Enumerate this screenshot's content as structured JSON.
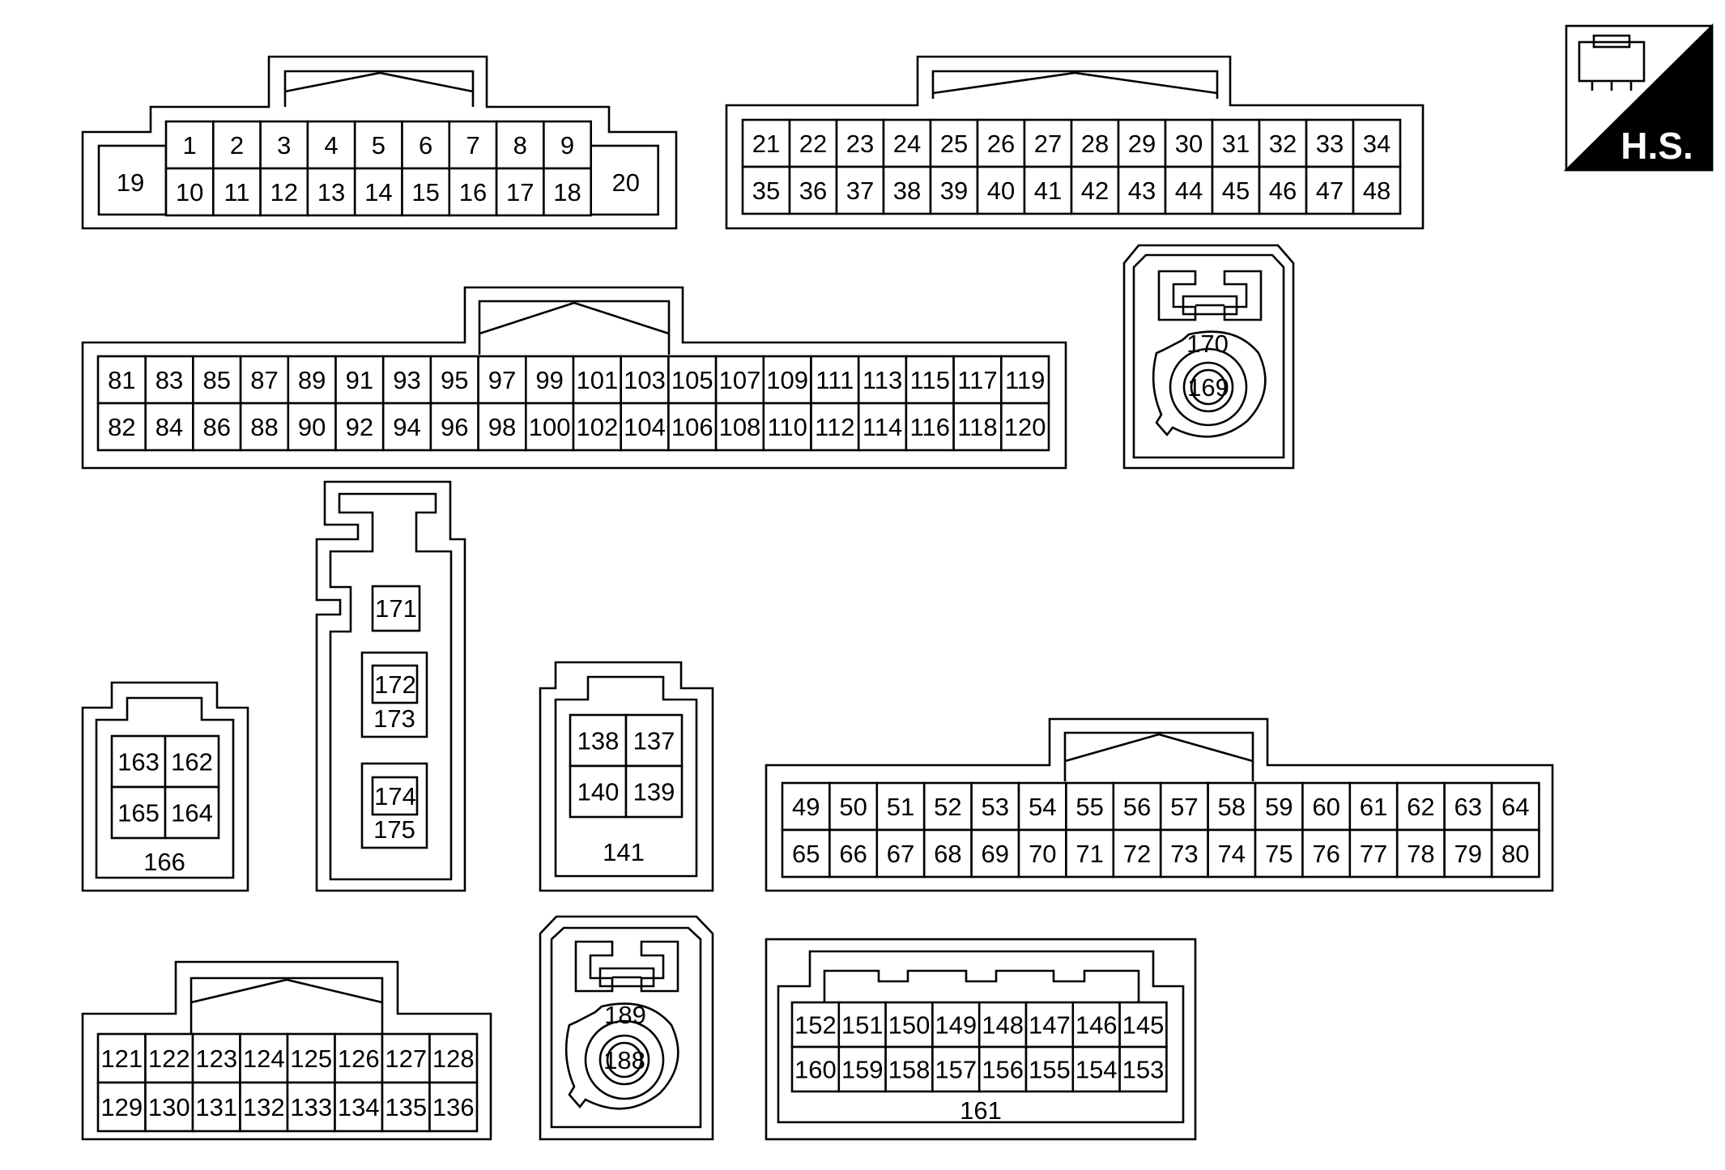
{
  "badge": {
    "label": "H.S."
  },
  "connectors": [
    {
      "id": "c1",
      "rows": [
        [
          "1",
          "2",
          "3",
          "4",
          "5",
          "6",
          "7",
          "8",
          "9"
        ],
        [
          "10",
          "11",
          "12",
          "13",
          "14",
          "15",
          "16",
          "17",
          "18"
        ]
      ],
      "side_left": "19",
      "side_right": "20"
    },
    {
      "id": "c2",
      "rows": [
        [
          "21",
          "22",
          "23",
          "24",
          "25",
          "26",
          "27",
          "28",
          "29",
          "30",
          "31",
          "32",
          "33",
          "34"
        ],
        [
          "35",
          "36",
          "37",
          "38",
          "39",
          "40",
          "41",
          "42",
          "43",
          "44",
          "45",
          "46",
          "47",
          "48"
        ]
      ]
    },
    {
      "id": "c3",
      "rows": [
        [
          "81",
          "83",
          "85",
          "87",
          "89",
          "91",
          "93",
          "95",
          "97",
          "99",
          "101",
          "103",
          "105",
          "107",
          "109",
          "111",
          "113",
          "115",
          "117",
          "119"
        ],
        [
          "82",
          "84",
          "86",
          "88",
          "90",
          "92",
          "94",
          "96",
          "98",
          "100",
          "102",
          "104",
          "106",
          "108",
          "110",
          "112",
          "114",
          "116",
          "118",
          "120"
        ]
      ]
    },
    {
      "id": "c4",
      "outer": "170",
      "inner": "169"
    },
    {
      "id": "c5",
      "pins": [
        "171",
        "172",
        "173",
        "174",
        "175"
      ]
    },
    {
      "id": "c6",
      "rows": [
        [
          "163",
          "162"
        ],
        [
          "165",
          "164"
        ]
      ],
      "footer": "166"
    },
    {
      "id": "c7",
      "rows": [
        [
          "138",
          "137"
        ],
        [
          "140",
          "139"
        ]
      ],
      "footer": "141"
    },
    {
      "id": "c8",
      "rows": [
        [
          "49",
          "50",
          "51",
          "52",
          "53",
          "54",
          "55",
          "56",
          "57",
          "58",
          "59",
          "60",
          "61",
          "62",
          "63",
          "64"
        ],
        [
          "65",
          "66",
          "67",
          "68",
          "69",
          "70",
          "71",
          "72",
          "73",
          "74",
          "75",
          "76",
          "77",
          "78",
          "79",
          "80"
        ]
      ]
    },
    {
      "id": "c9",
      "rows": [
        [
          "121",
          "122",
          "123",
          "124",
          "125",
          "126",
          "127",
          "128"
        ],
        [
          "129",
          "130",
          "131",
          "132",
          "133",
          "134",
          "135",
          "136"
        ]
      ]
    },
    {
      "id": "c10",
      "outer": "189",
      "inner": "188"
    },
    {
      "id": "c11",
      "rows": [
        [
          "152",
          "151",
          "150",
          "149",
          "148",
          "147",
          "146",
          "145"
        ],
        [
          "160",
          "159",
          "158",
          "157",
          "156",
          "155",
          "154",
          "153"
        ]
      ],
      "footer": "161"
    }
  ]
}
